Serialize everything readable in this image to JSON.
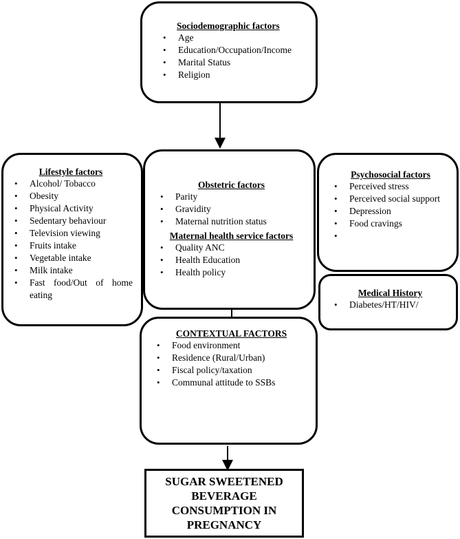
{
  "sociodemographic": {
    "title": "Sociodemographic factors",
    "items": [
      "Age",
      "Education/Occupation/Income",
      "Marital Status",
      "Religion"
    ]
  },
  "lifestyle": {
    "title": "Lifestyle factors",
    "items": [
      "Alcohol/ Tobacco",
      "Obesity",
      "Physical Activity",
      "Sedentary behaviour",
      "Television viewing",
      "Fruits intake",
      "Vegetable intake",
      "Milk intake",
      "Fast food/Out of home eating"
    ]
  },
  "obstetric": {
    "title": "Obstetric factors",
    "items": [
      "Parity",
      "Gravidity",
      "Maternal nutrition status"
    ]
  },
  "maternal_health": {
    "title": "Maternal health service factors",
    "items": [
      "Quality ANC",
      "Health Education",
      "Health policy"
    ]
  },
  "psychosocial": {
    "title": "Psychosocial factors",
    "items": [
      "Perceived stress",
      "Perceived social support",
      "Depression",
      "Food cravings",
      ""
    ]
  },
  "medical_history": {
    "title": "Medical History",
    "items": [
      "Diabetes/HT/HIV/"
    ]
  },
  "contextual": {
    "title": "CONTEXTUAL FACTORS",
    "items": [
      "Food environment",
      "Residence (Rural/Urban)",
      "Fiscal policy/taxation",
      "Communal attitude to SSBs"
    ]
  },
  "outcome": {
    "label": "SUGAR SWEETENED BEVERAGE CONSUMPTION IN PREGNANCY"
  }
}
